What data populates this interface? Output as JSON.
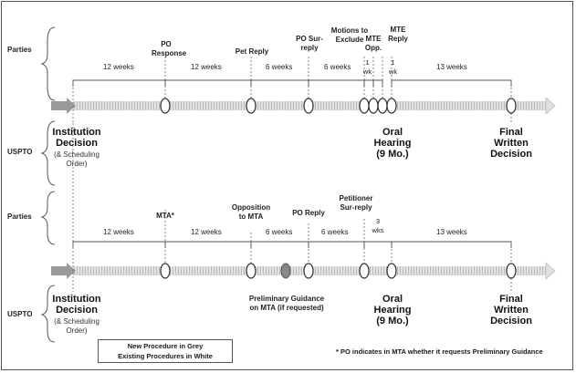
{
  "labels": {
    "parties": "Parties",
    "uspto": "USPTO"
  },
  "top": {
    "events": {
      "po_response": "PO Response",
      "pet_reply": "Pet Reply",
      "po_sur_reply": "PO Sur-reply",
      "motions_to_exclude": "Motions to Exclude",
      "mte_opp": "MTE Opp.",
      "mte_reply": "MTE Reply"
    },
    "durations": [
      "12 weeks",
      "12 weeks",
      "6 weeks",
      "6 weeks",
      "1 wk",
      "1 wk",
      "13 weeks"
    ],
    "bottom": {
      "institution": "Institution Decision",
      "scheduling": "(& Scheduling Order)",
      "oral": "Oral Hearing (9 Mo.)",
      "final": "Final Written Decision"
    }
  },
  "bottom": {
    "events": {
      "mta": "MTA*",
      "opposition": "Opposition to MTA",
      "po_reply": "PO Reply",
      "pet_sur_reply": "Petitioner Sur-reply"
    },
    "durations": [
      "12 weeks",
      "12 weeks",
      "6 weeks",
      "6 weeks",
      "3 wks",
      "13 weeks"
    ],
    "bottom": {
      "prelim": "Preliminary Guidance on MTA (if requested)",
      "institution": "Institution Decision",
      "scheduling": "(& Scheduling Order)",
      "oral": "Oral Hearing (9 Mo.)",
      "final": "Final Written Decision"
    }
  },
  "legend": {
    "line1": "New Procedure in Grey",
    "line2": "Existing Procedures in White"
  },
  "footnote": "* PO indicates in MTA whether it requests Preliminary Guidance",
  "colors": {
    "timeline": "#d8d8d8",
    "timeline_stripe": "#bdbdbd",
    "grey_event": "#888888",
    "arrow_head": "#9a9a9a"
  }
}
